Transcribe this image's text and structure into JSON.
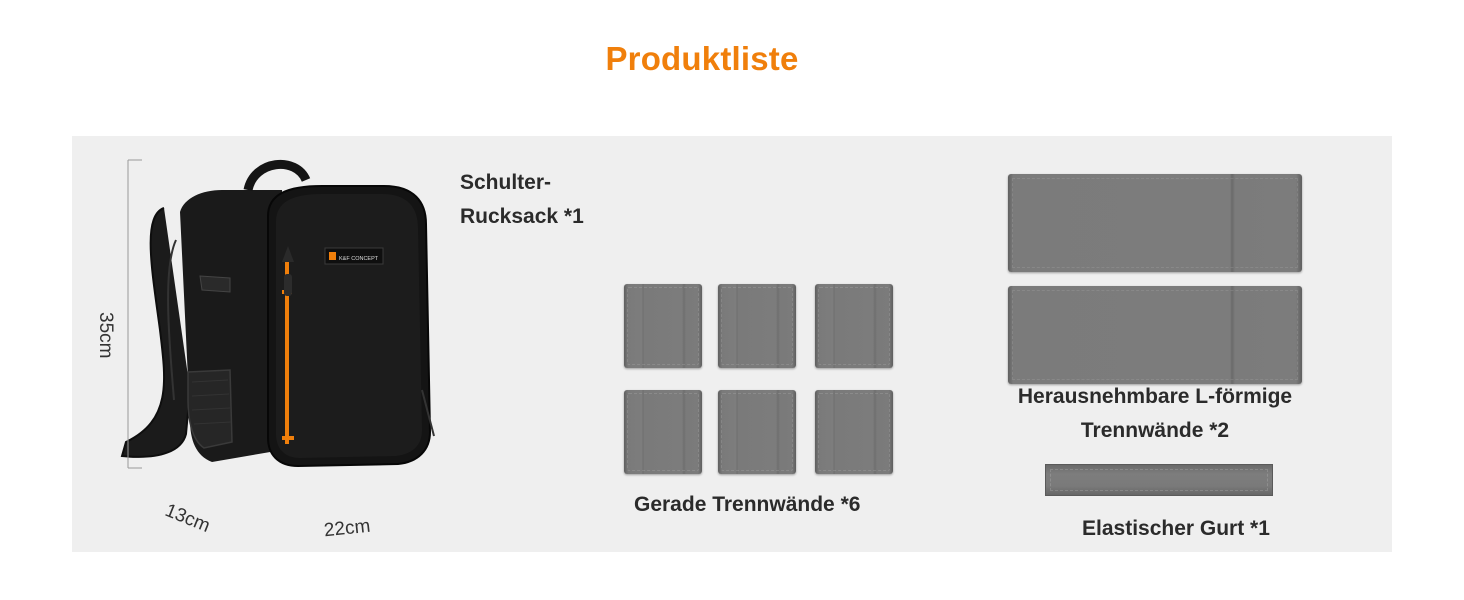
{
  "heading": "Produktliste",
  "backpack": {
    "label_line1": "Schulter-",
    "label_line2": "Rucksack *1",
    "brand_tag": "K&F CONCEPT",
    "height": "35cm",
    "depth": "13cm",
    "width": "22cm"
  },
  "dividers_straight": {
    "label": "Gerade Trennwände *6"
  },
  "dividers_l": {
    "label_line1": "Herausnehmbare L-förmige",
    "label_line2": "Trennwände *2"
  },
  "strap": {
    "label": "Elastischer Gurt *1"
  },
  "colors": {
    "accent": "#f07f0b",
    "panel": "#efefef",
    "pad": "#7a7a7a"
  }
}
